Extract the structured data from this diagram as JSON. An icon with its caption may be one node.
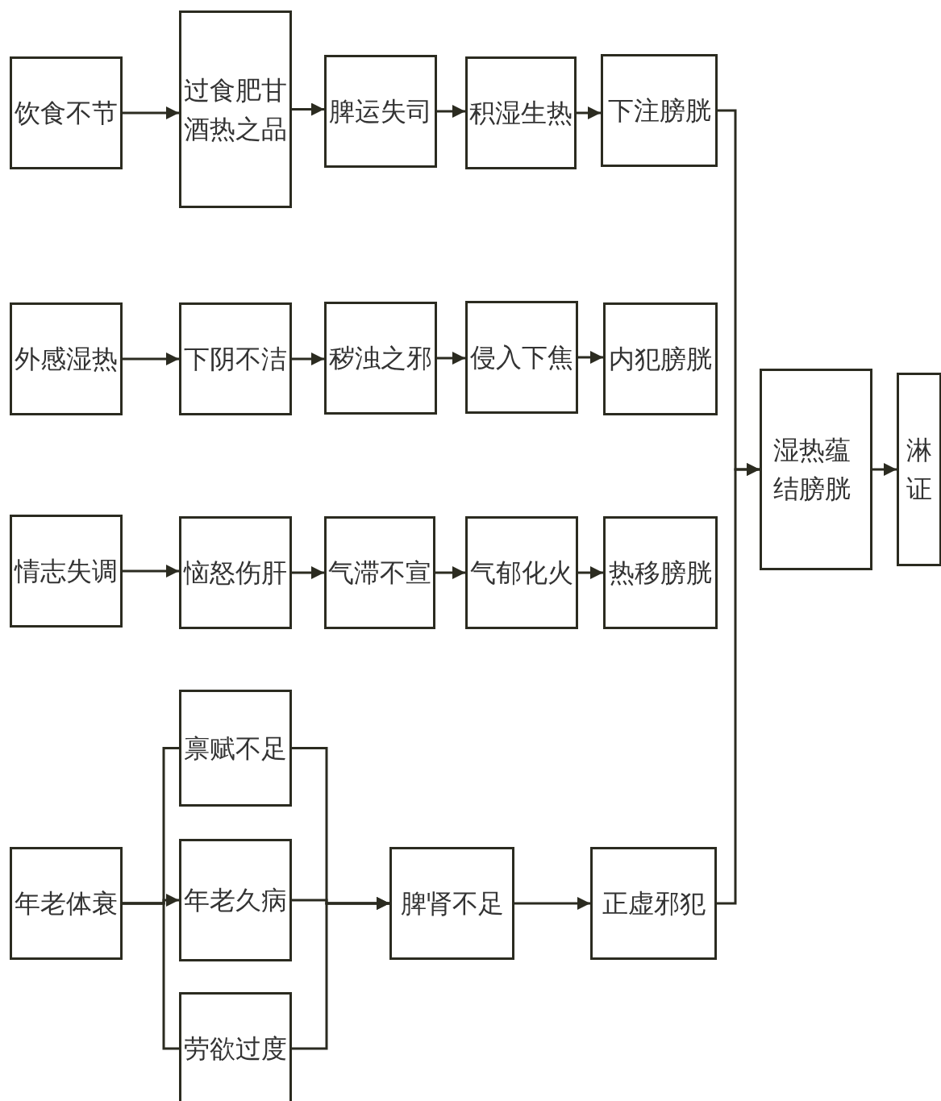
{
  "diagram": {
    "nodes": [
      {
        "text": [
          "饮食不节"
        ]
      },
      {
        "text": [
          "过食肥甘酒热之品"
        ]
      },
      {
        "text": [
          "脾运失司"
        ]
      },
      {
        "text": [
          "积湿生热"
        ]
      },
      {
        "text": [
          "下注膀胱"
        ]
      },
      {
        "text": [
          "外感湿热"
        ]
      },
      {
        "text": [
          "下阴不洁"
        ]
      },
      {
        "text": [
          "秽浊之邪"
        ]
      },
      {
        "text": [
          "侵入下焦"
        ]
      },
      {
        "text": [
          "内犯膀胱"
        ]
      },
      {
        "text": [
          "湿热蕴结膀胱"
        ]
      },
      {
        "text": [
          "淋证"
        ]
      },
      {
        "text": [
          "情志失调"
        ]
      },
      {
        "text": [
          "恼怒伤肝"
        ]
      },
      {
        "text": [
          "气滞不宣"
        ]
      },
      {
        "text": [
          "气郁化火"
        ]
      },
      {
        "text": [
          "热移膀胱"
        ]
      },
      {
        "text": [
          "禀赋不足"
        ]
      },
      {
        "text": [
          "年老体衰"
        ]
      },
      {
        "text": [
          "年老久病"
        ]
      },
      {
        "text": [
          "劳欲过度"
        ]
      },
      {
        "text": [
          "脾肾不足"
        ]
      },
      {
        "text": [
          "正虚邪犯"
        ]
      }
    ],
    "edges": [
      {
        "from": 0,
        "to": 1,
        "arrow": "to"
      },
      {
        "from": 1,
        "to": 2,
        "arrow": "to"
      },
      {
        "from": 2,
        "to": 3,
        "arrow": "to"
      },
      {
        "from": 3,
        "to": 4,
        "arrow": "to"
      },
      {
        "from": 5,
        "to": 6,
        "arrow": "to"
      },
      {
        "from": 6,
        "to": 7,
        "arrow": "to"
      },
      {
        "from": 7,
        "to": 8,
        "arrow": "to"
      },
      {
        "from": 8,
        "to": 9,
        "arrow": "to"
      },
      {
        "from": 12,
        "to": 13,
        "arrow": "to"
      },
      {
        "from": 13,
        "to": 14,
        "arrow": "to"
      },
      {
        "from": 14,
        "to": 15,
        "arrow": "to"
      },
      {
        "from": 15,
        "to": 16,
        "arrow": "to"
      },
      {
        "from": 4,
        "to": 10,
        "arrow": "to"
      },
      {
        "from": 22,
        "to": 10,
        "arrow": "to"
      },
      {
        "from": 10,
        "to": 11,
        "arrow": "to"
      },
      {
        "from": 18,
        "to": 17,
        "arrow": "none"
      },
      {
        "from": 18,
        "to": 19,
        "arrow": "to"
      },
      {
        "from": 18,
        "to": 20,
        "arrow": "none"
      },
      {
        "from": 17,
        "to": 21,
        "arrow": "to"
      },
      {
        "from": 19,
        "to": 21,
        "arrow": "to"
      },
      {
        "from": 20,
        "to": 21,
        "arrow": "to"
      },
      {
        "from": 21,
        "to": 22,
        "arrow": "to"
      }
    ]
  }
}
